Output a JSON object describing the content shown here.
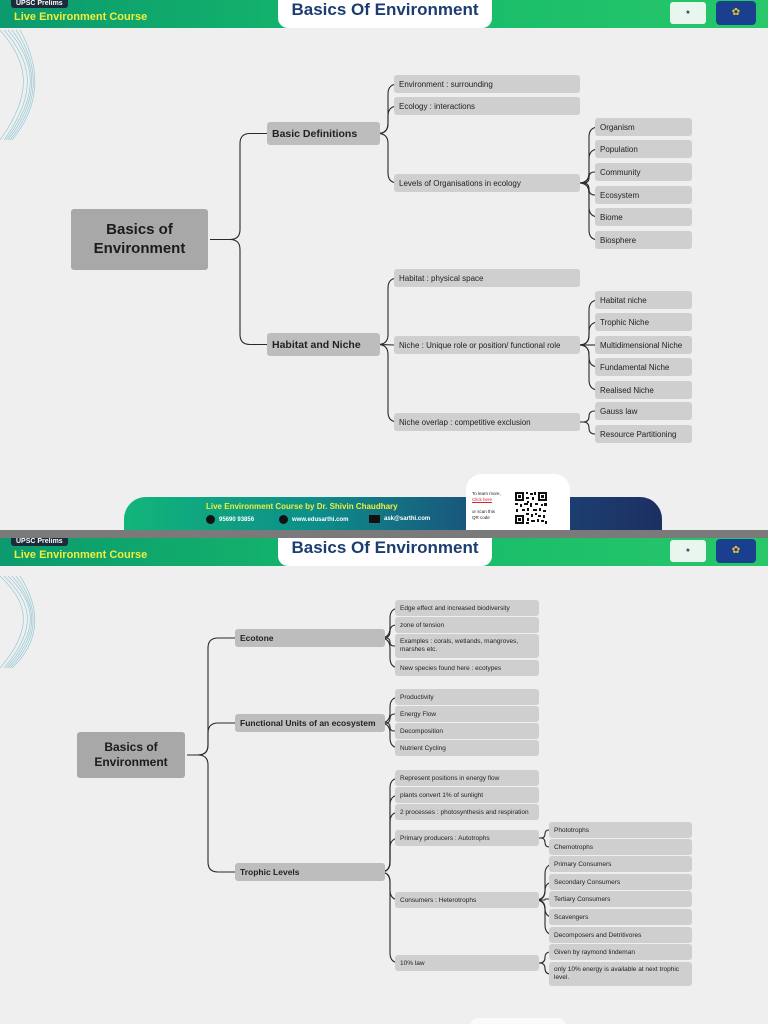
{
  "slide1": {
    "tag": "UPSC Prelims",
    "course": "Live Environment Course",
    "title": "Basics Of Environment",
    "root": "Basics of\nEnvironment",
    "branches": [
      {
        "label": "Basic Definitions",
        "children": [
          {
            "label": "Environment : surrounding"
          },
          {
            "label": "Ecology : interactions"
          },
          {
            "label": "Levels of Organisations in ecology",
            "children": [
              "Organism",
              "Population",
              "Community",
              "Ecosystem",
              "Biome",
              "Biosphere"
            ]
          }
        ]
      },
      {
        "label": "Habitat and Niche",
        "children": [
          {
            "label": "Habitat : physical space"
          },
          {
            "label": "Niche : Unique role or position/ functional role",
            "children": [
              "Habitat niche",
              "Trophic Niche",
              "Multidimensional Niche",
              "Fundamental Niche",
              "Realised Niche"
            ]
          },
          {
            "label": "Niche overlap : competitive exclusion",
            "children": [
              "Gauss law",
              "Resource Partitioning"
            ]
          }
        ]
      }
    ],
    "footer": {
      "title": "Live Environment Course by Dr. Shivin Chaudhary",
      "phone": "95690 93856",
      "web": "www.edusarthi.com",
      "email": "ask@sarthi.com",
      "qr_line1": "To learn more,",
      "qr_link": "Click here",
      "qr_line2": "or scan this",
      "qr_line3": "QR code"
    }
  },
  "slide2": {
    "tag": "UPSC Prelims",
    "course": "Live Environment Course",
    "title": "Basics Of Environment",
    "root": "Basics of\nEnvironment",
    "branches": [
      {
        "label": "Ecotone",
        "children": [
          {
            "label": "Edge effect and increased biodiversity"
          },
          {
            "label": "zone of tension"
          },
          {
            "label": "Examples : corals, wetlands, mangroves, marshes etc."
          },
          {
            "label": "New species found here : ecotypes"
          }
        ]
      },
      {
        "label": "Functional Units of an ecosystem",
        "children": [
          {
            "label": "Productivity"
          },
          {
            "label": "Energy Flow"
          },
          {
            "label": "Decomposition"
          },
          {
            "label": "Nutrient Cycling"
          }
        ]
      },
      {
        "label": "Trophic Levels",
        "children": [
          {
            "label": "Represent positions in energy flow"
          },
          {
            "label": "plants convert 1% of sunlight"
          },
          {
            "label": "2 processes : photosynthesis and respiration"
          },
          {
            "label": "Primary producers : Autotrophs",
            "children": [
              "Phototrophs",
              "Chemotrophs"
            ]
          },
          {
            "label": "Consumers : Heterotrophs",
            "children": [
              "Primary Consumers",
              "Secondary Consumers",
              "Tertiary Consumers",
              "Scavengers",
              "Decomposers and Detritivores"
            ]
          },
          {
            "label": "10% law",
            "children": [
              "Given by raymond lindeman",
              "only 10% energy is available at next trophic level."
            ]
          }
        ]
      }
    ]
  }
}
